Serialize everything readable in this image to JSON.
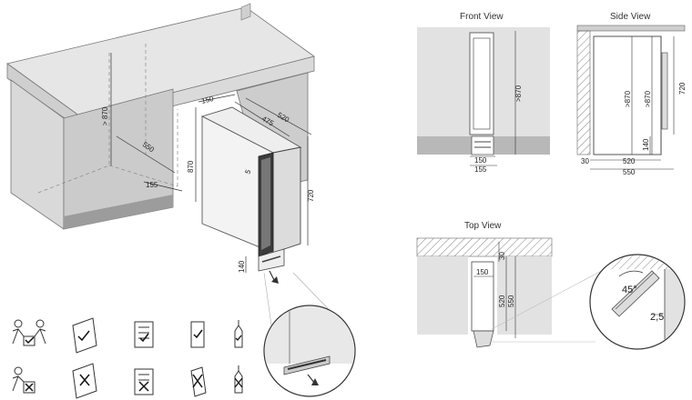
{
  "views": {
    "front_title": "Front View",
    "side_title": "Side View",
    "top_title": "Top View"
  },
  "iso": {
    "d870": "> 870",
    "d550": "550",
    "d155": "155",
    "d150": "150",
    "d475": "475",
    "d520": "520",
    "d870b": "870",
    "d720": "720",
    "d140": "140",
    "d5": "5"
  },
  "front": {
    "d870": ">870",
    "d150": "150",
    "d155": "155"
  },
  "side": {
    "d870a": ">870",
    "d870b": ">870",
    "d720": "720",
    "d140": "140",
    "d30": "30",
    "d520": "520",
    "d550": "550"
  },
  "top": {
    "d30": "30",
    "d150": "150",
    "d520": "520",
    "d550": "550",
    "angle": "45°",
    "gap": "2,5"
  }
}
